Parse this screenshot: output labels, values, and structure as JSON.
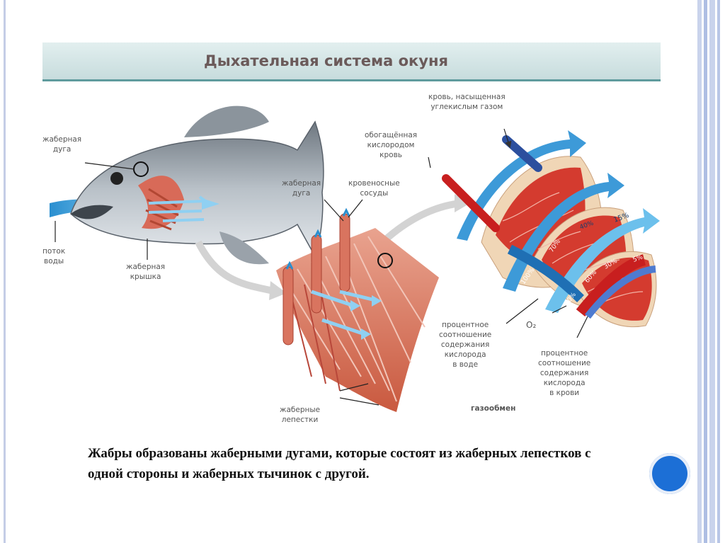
{
  "title": "Дыхательная система окуня",
  "labels": {
    "gill_arch_left": "жаберная\nдуга",
    "water_flow": "поток\nводы",
    "gill_cover": "жаберная\nкрышка",
    "gill_arch_mid": "жаберная\nдуга",
    "blood_vessels": "кровеносные\nсосуды",
    "blood_co2": "кровь, насыщенная\nуглекислым газом",
    "blood_o2": "обогащённая\nкислородом\nкровь",
    "pct_water": "процентное\nсоотношение\nсодержания\nкислорода\nв воде",
    "o2": "O₂",
    "pct_blood": "процентное\nсоотношение\nсодержания\nкислорода\nв крови",
    "gas_exchange": "газообмен",
    "gill_filaments": "жаберные\nлепестки"
  },
  "percent_water": [
    "100%",
    "70%",
    "40%",
    "15%"
  ],
  "percent_blood": [
    "90%",
    "60%",
    "30%",
    "5%"
  ],
  "caption": "Жабры образованы жаберными дугами, которые состоят из жаберных лепестков с одной стороны и жаберных тычинок с другой."
}
